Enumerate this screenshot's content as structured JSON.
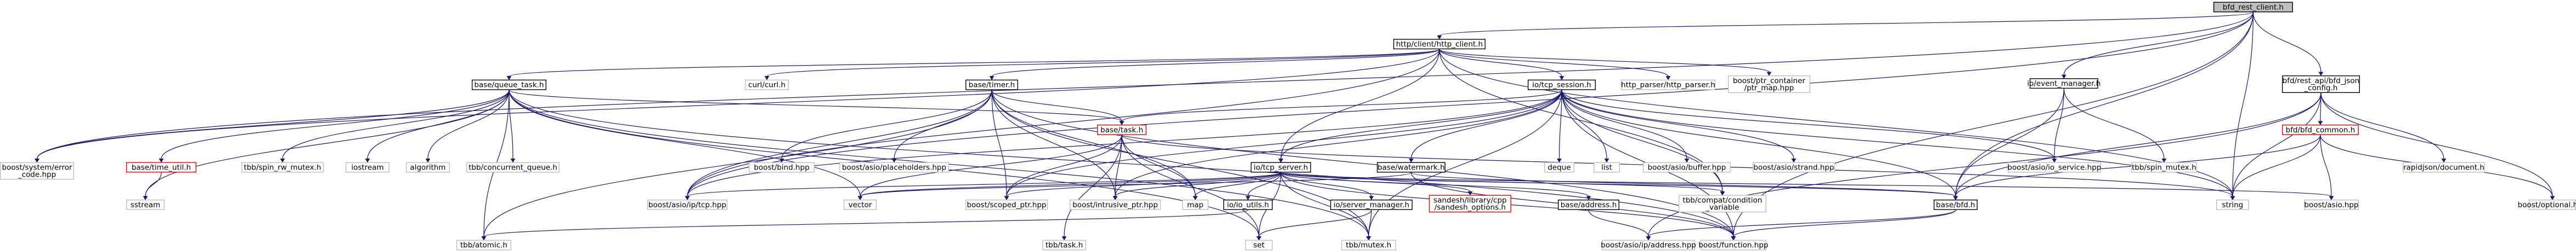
{
  "graph": {
    "nodes": [
      {
        "id": "root",
        "label": [
          "bfd_rest_client.h"
        ],
        "style": "root"
      },
      {
        "id": "http_client",
        "label": [
          "http/client/http_client.h"
        ],
        "style": "normal"
      },
      {
        "id": "boost_system_error",
        "label": [
          "boost/system/error",
          "_code.hpp"
        ],
        "style": "gray"
      },
      {
        "id": "ip_tcp",
        "label": [
          "boost/asio/ip/tcp.hpp"
        ],
        "style": "gray"
      },
      {
        "id": "bfd_h",
        "label": [
          "base/bfd.h"
        ],
        "style": "normal"
      },
      {
        "id": "event_manager",
        "label": [
          "io/event_manager.h"
        ],
        "style": "normal"
      },
      {
        "id": "rest_api",
        "label": [
          "bfd/rest_api/bfd_json",
          "_config.h"
        ],
        "style": "normal"
      },
      {
        "id": "string",
        "label": [
          "string"
        ],
        "style": "gray"
      },
      {
        "id": "boost_function",
        "label": [
          "boost/function.hpp"
        ],
        "style": "gray"
      },
      {
        "id": "boost_optional",
        "label": [
          "boost/optional.hpp"
        ],
        "style": "gray"
      },
      {
        "id": "queue_task",
        "label": [
          "base/queue_task.h"
        ],
        "style": "normal"
      },
      {
        "id": "curl",
        "label": [
          "curl/curl.h"
        ],
        "style": "gray"
      },
      {
        "id": "timer",
        "label": [
          "base/timer.h"
        ],
        "style": "normal"
      },
      {
        "id": "tcp_session",
        "label": [
          "io/tcp_session.h"
        ],
        "style": "normal"
      },
      {
        "id": "http_parser",
        "label": [
          "http_parser/http_parser.h"
        ],
        "style": "gray"
      },
      {
        "id": "ptr_container",
        "label": [
          "boost/ptr_container",
          "/ptr_map.hpp"
        ],
        "style": "gray"
      },
      {
        "id": "tcp_server",
        "label": [
          "io/tcp_server.h"
        ],
        "style": "normal"
      },
      {
        "id": "tbb_atomic",
        "label": [
          "tbb/atomic.h"
        ],
        "style": "gray"
      },
      {
        "id": "time_util",
        "label": [
          "base/time_util.h"
        ],
        "style": "red"
      },
      {
        "id": "tbb_spin_rw",
        "label": [
          "tbb/spin_rw_mutex.h"
        ],
        "style": "gray"
      },
      {
        "id": "iostream",
        "label": [
          "iostream"
        ],
        "style": "gray"
      },
      {
        "id": "algorithm",
        "label": [
          "algorithm"
        ],
        "style": "gray"
      },
      {
        "id": "concurrent_queue",
        "label": [
          "tbb/concurrent_queue.h"
        ],
        "style": "gray"
      },
      {
        "id": "base_task",
        "label": [
          "base/task.h"
        ],
        "style": "red"
      },
      {
        "id": "vector",
        "label": [
          "vector"
        ],
        "style": "gray"
      },
      {
        "id": "set",
        "label": [
          "set"
        ],
        "style": "gray"
      },
      {
        "id": "tbb_mutex",
        "label": [
          "tbb/mutex.h"
        ],
        "style": "gray"
      },
      {
        "id": "sstream",
        "label": [
          "sstream"
        ],
        "style": "gray"
      },
      {
        "id": "boost_bind",
        "label": [
          "boost/bind.hpp"
        ],
        "style": "gray"
      },
      {
        "id": "placeholders",
        "label": [
          "boost/asio/placeholders.hpp"
        ],
        "style": "gray"
      },
      {
        "id": "scoped_ptr",
        "label": [
          "boost/scoped_ptr.hpp"
        ],
        "style": "gray"
      },
      {
        "id": "intrusive_ptr",
        "label": [
          "boost/intrusive_ptr.hpp"
        ],
        "style": "gray"
      },
      {
        "id": "tbb_task",
        "label": [
          "tbb/task.h"
        ],
        "style": "gray"
      },
      {
        "id": "map",
        "label": [
          "map"
        ],
        "style": "gray"
      },
      {
        "id": "watermark",
        "label": [
          "base/watermark.h"
        ],
        "style": "normal"
      },
      {
        "id": "compat_cond",
        "label": [
          "tbb/compat/condition",
          "_variable"
        ],
        "style": "gray"
      },
      {
        "id": "deque",
        "label": [
          "deque"
        ],
        "style": "gray"
      },
      {
        "id": "list",
        "label": [
          "list"
        ],
        "style": "gray"
      },
      {
        "id": "asio_buffer",
        "label": [
          "boost/asio/buffer.hpp"
        ],
        "style": "gray"
      },
      {
        "id": "asio_strand",
        "label": [
          "boost/asio/strand.hpp"
        ],
        "style": "gray"
      },
      {
        "id": "io_service",
        "label": [
          "boost/asio/io_service.hpp"
        ],
        "style": "gray"
      },
      {
        "id": "tbb_spin_mutex",
        "label": [
          "tbb/spin_mutex.h"
        ],
        "style": "gray"
      },
      {
        "id": "rapidjson",
        "label": [
          "rapidjson/document.h"
        ],
        "style": "gray"
      },
      {
        "id": "bfd_common",
        "label": [
          "bfd/bfd_common.h"
        ],
        "style": "red"
      },
      {
        "id": "boost_asio",
        "label": [
          "boost/asio.hpp"
        ],
        "style": "gray"
      },
      {
        "id": "io_utils",
        "label": [
          "io/io_utils.h"
        ],
        "style": "normal"
      },
      {
        "id": "server_manager",
        "label": [
          "io/server_manager.h"
        ],
        "style": "normal"
      },
      {
        "id": "sandesh_options",
        "label": [
          "sandesh/library/cpp",
          "/sandesh_options.h"
        ],
        "style": "red"
      },
      {
        "id": "base_address",
        "label": [
          "base/address.h"
        ],
        "style": "normal"
      },
      {
        "id": "ip_address",
        "label": [
          "boost/asio/ip/address.hpp"
        ],
        "style": "gray"
      }
    ],
    "edges": [
      [
        "root",
        "http_client"
      ],
      [
        "root",
        "boost_system_error"
      ],
      [
        "root",
        "ip_tcp"
      ],
      [
        "root",
        "bfd_h"
      ],
      [
        "root",
        "event_manager"
      ],
      [
        "root",
        "rest_api"
      ],
      [
        "root",
        "string"
      ],
      [
        "root",
        "boost_function"
      ],
      [
        "http_client",
        "queue_task"
      ],
      [
        "http_client",
        "curl"
      ],
      [
        "http_client",
        "timer"
      ],
      [
        "http_client",
        "tcp_session"
      ],
      [
        "http_client",
        "http_parser"
      ],
      [
        "http_client",
        "ptr_container"
      ],
      [
        "http_client",
        "tcp_server"
      ],
      [
        "http_client",
        "boost_system_error"
      ],
      [
        "http_client",
        "ip_tcp"
      ],
      [
        "http_client",
        "string"
      ],
      [
        "http_client",
        "compat_cond"
      ],
      [
        "queue_task",
        "tbb_atomic"
      ],
      [
        "queue_task",
        "time_util"
      ],
      [
        "queue_task",
        "tbb_spin_rw"
      ],
      [
        "queue_task",
        "iostream"
      ],
      [
        "queue_task",
        "algorithm"
      ],
      [
        "queue_task",
        "concurrent_queue"
      ],
      [
        "queue_task",
        "base_task"
      ],
      [
        "queue_task",
        "vector"
      ],
      [
        "queue_task",
        "set"
      ],
      [
        "queue_task",
        "tbb_mutex"
      ],
      [
        "queue_task",
        "sstream"
      ],
      [
        "queue_task",
        "boost_system_error"
      ],
      [
        "queue_task",
        "boost_function"
      ],
      [
        "time_util",
        "sstream"
      ],
      [
        "timer",
        "boost_bind"
      ],
      [
        "timer",
        "placeholders"
      ],
      [
        "timer",
        "scoped_ptr"
      ],
      [
        "timer",
        "intrusive_ptr"
      ],
      [
        "timer",
        "base_task"
      ],
      [
        "timer",
        "ip_tcp"
      ],
      [
        "timer",
        "tbb_mutex"
      ],
      [
        "timer",
        "map"
      ],
      [
        "timer",
        "boost_function"
      ],
      [
        "timer",
        "tbb_atomic"
      ],
      [
        "base_task",
        "vector"
      ],
      [
        "base_task",
        "tbb_task"
      ],
      [
        "base_task",
        "map"
      ],
      [
        "base_task",
        "set"
      ],
      [
        "base_task",
        "scoped_ptr"
      ],
      [
        "base_task",
        "intrusive_ptr"
      ],
      [
        "base_task",
        "string"
      ],
      [
        "tcp_session",
        "base_task"
      ],
      [
        "tcp_session",
        "tcp_server"
      ],
      [
        "tcp_session",
        "watermark"
      ],
      [
        "tcp_session",
        "deque"
      ],
      [
        "tcp_session",
        "list"
      ],
      [
        "tcp_session",
        "asio_buffer"
      ],
      [
        "tcp_session",
        "asio_strand"
      ],
      [
        "tcp_session",
        "io_service"
      ],
      [
        "tcp_session",
        "compat_cond"
      ],
      [
        "tcp_session",
        "bfd_h"
      ],
      [
        "tcp_session",
        "ip_tcp"
      ],
      [
        "tcp_session",
        "scoped_ptr"
      ],
      [
        "tcp_session",
        "intrusive_ptr"
      ],
      [
        "tcp_session",
        "tbb_mutex"
      ],
      [
        "tcp_session",
        "boost_function"
      ],
      [
        "tcp_session",
        "string"
      ],
      [
        "tcp_server",
        "ip_tcp"
      ],
      [
        "tcp_server",
        "io_utils"
      ],
      [
        "tcp_server",
        "server_manager"
      ],
      [
        "tcp_server",
        "sandesh_options"
      ],
      [
        "tcp_server",
        "base_address"
      ],
      [
        "tcp_server",
        "boost_asio"
      ],
      [
        "tcp_server",
        "compat_cond"
      ],
      [
        "tcp_server",
        "bfd_h"
      ],
      [
        "tcp_server",
        "set"
      ],
      [
        "tcp_server",
        "map"
      ],
      [
        "tcp_server",
        "scoped_ptr"
      ],
      [
        "tcp_server",
        "intrusive_ptr"
      ],
      [
        "tcp_server",
        "tbb_mutex"
      ],
      [
        "tcp_server",
        "vector"
      ],
      [
        "tcp_server",
        "boost_function"
      ],
      [
        "watermark",
        "bfd_h"
      ],
      [
        "watermark",
        "boost_function"
      ],
      [
        "watermark",
        "vector"
      ],
      [
        "io_utils",
        "tbb_atomic"
      ],
      [
        "server_manager",
        "set"
      ],
      [
        "server_manager",
        "tbb_mutex"
      ],
      [
        "base_address",
        "ip_address"
      ],
      [
        "bfd_h",
        "boost_function"
      ],
      [
        "bfd_h",
        "ip_address"
      ],
      [
        "event_manager",
        "io_service"
      ],
      [
        "event_manager",
        "tbb_spin_mutex"
      ],
      [
        "event_manager",
        "bfd_h"
      ],
      [
        "rest_api",
        "rapidjson"
      ],
      [
        "rest_api",
        "bfd_common"
      ],
      [
        "rest_api",
        "boost_optional"
      ],
      [
        "rest_api",
        "bfd_h"
      ],
      [
        "rest_api",
        "string"
      ],
      [
        "rest_api",
        "ip_address"
      ],
      [
        "bfd_common",
        "string"
      ],
      [
        "bfd_common",
        "boost_asio"
      ],
      [
        "bfd_common",
        "boost_optional"
      ],
      [
        "bfd_common",
        "bfd_h"
      ]
    ]
  }
}
